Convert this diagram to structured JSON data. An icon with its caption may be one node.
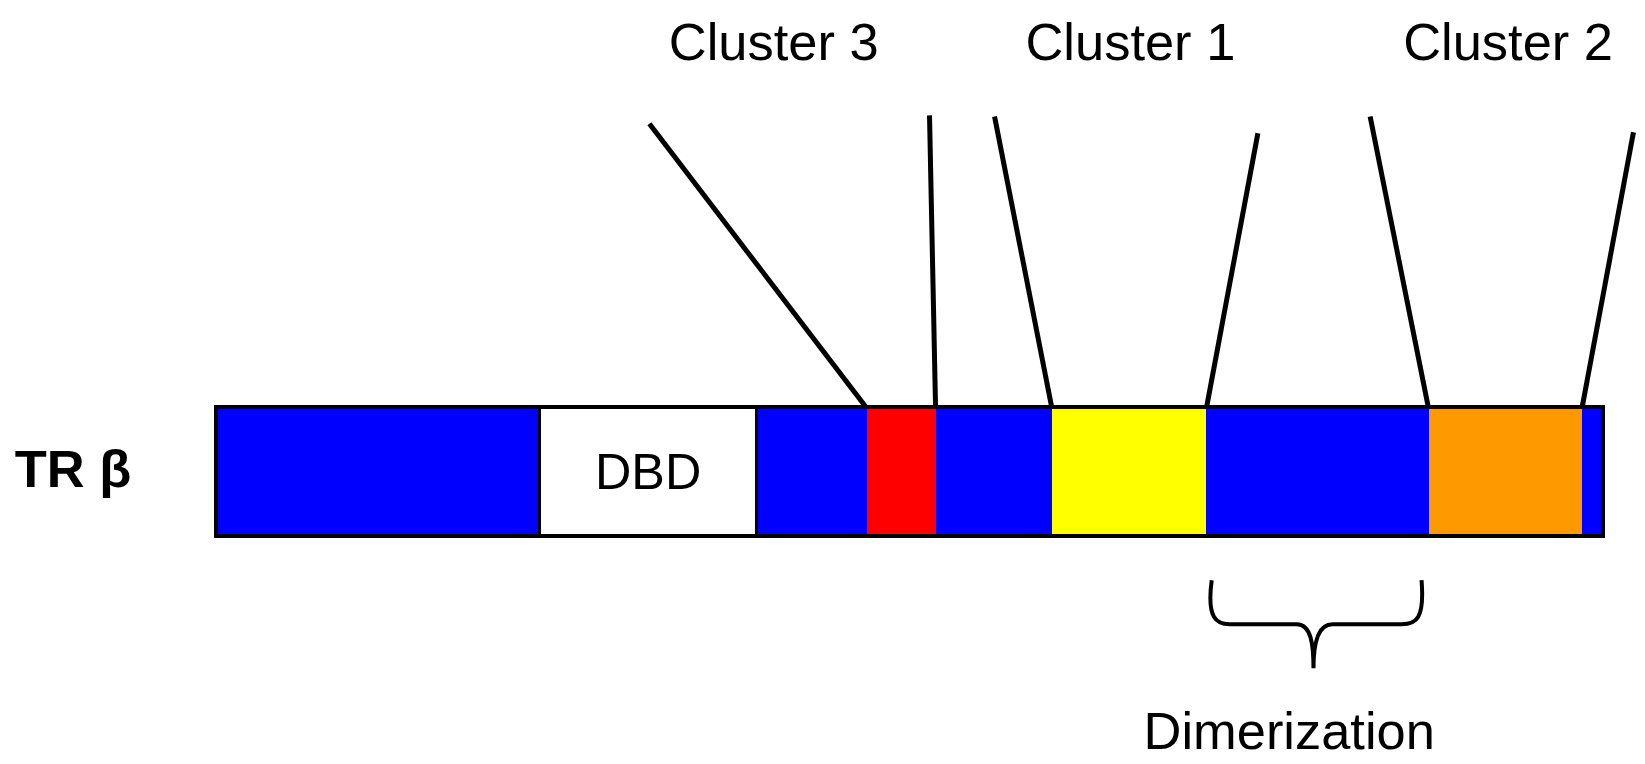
{
  "diagram": {
    "nodes": [
      {
        "text": [],
        "shape": "bar",
        "beside": [
          "TR β"
        ]
      },
      {
        "text": [
          "DBD"
        ],
        "in": 0
      },
      {
        "text": [],
        "shape": "bar",
        "in": 0
      },
      {
        "text": [],
        "shape": "bar",
        "in": 0
      },
      {
        "text": [],
        "shape": "bar",
        "in": 0
      },
      {
        "text": [
          "Cluster 3"
        ]
      },
      {
        "text": [
          "Cluster 1"
        ]
      },
      {
        "text": [
          "Cluster 2"
        ]
      }
    ],
    "edges": [
      {
        "from": 5,
        "to": 2,
        "arrow": "none"
      },
      {
        "from": 5,
        "to": 2,
        "arrow": "none"
      },
      {
        "from": 6,
        "to": 3,
        "arrow": "none"
      },
      {
        "from": 6,
        "to": 3,
        "arrow": "none"
      },
      {
        "from": 7,
        "to": 4,
        "arrow": "none"
      },
      {
        "from": 7,
        "to": 4,
        "arrow": "none"
      }
    ],
    "labels": [
      "Dimerization"
    ]
  }
}
